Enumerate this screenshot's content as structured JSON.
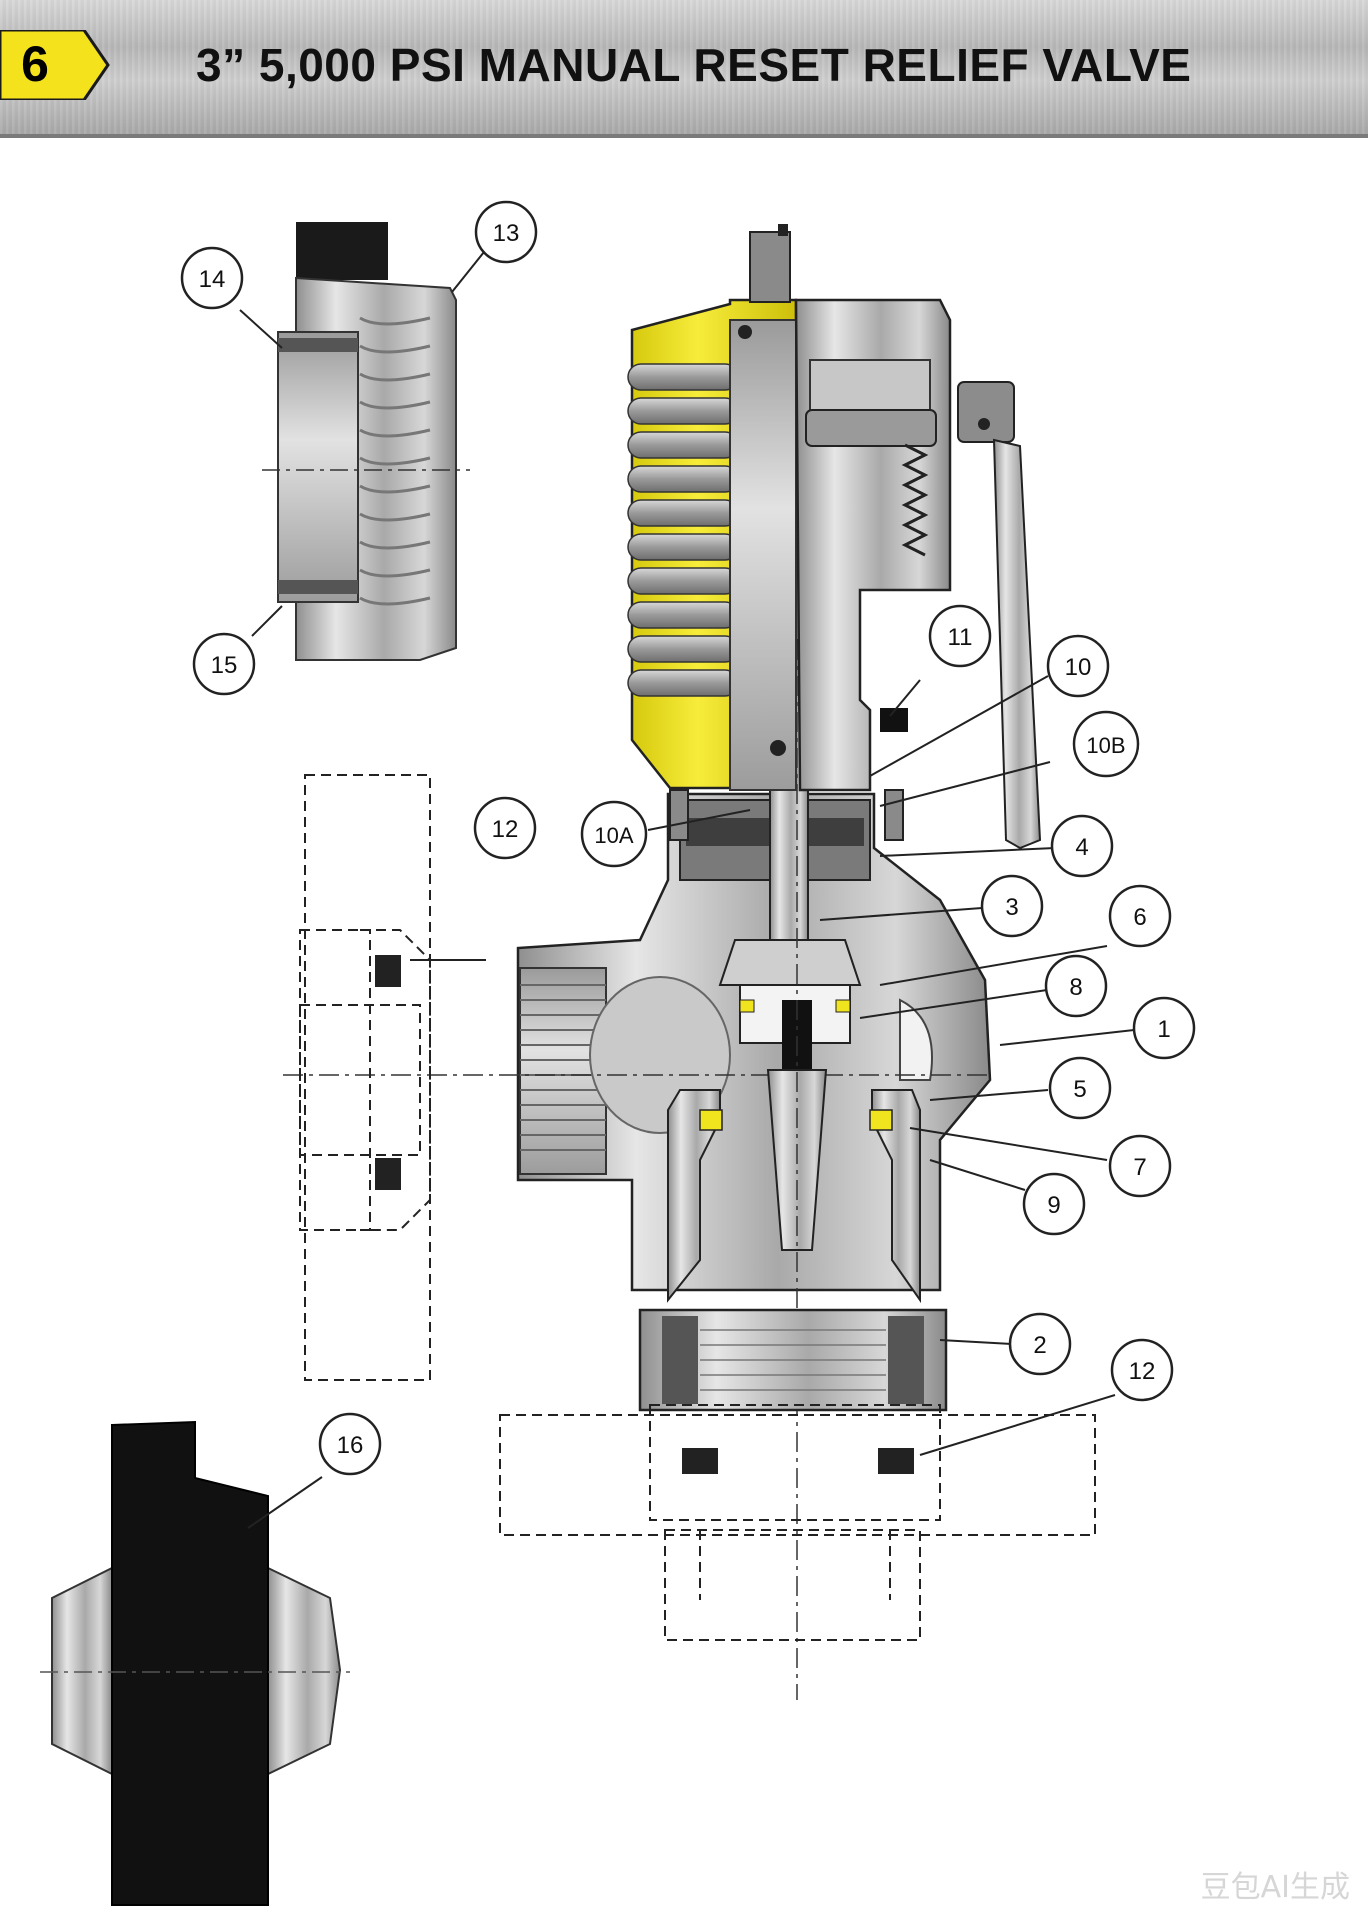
{
  "header": {
    "section_number": "6",
    "title": "3” 5,000 PSI MANUAL RESET RELIEF VALVE",
    "badge_color": "#f4e21c"
  },
  "diagram": {
    "accent_color": "#f0e41e",
    "metal_color": "#b9b9b9",
    "callouts": [
      "14",
      "13",
      "15",
      "11",
      "10",
      "10B",
      "12",
      "10A",
      "4",
      "3",
      "6",
      "8",
      "1",
      "5",
      "7",
      "9",
      "2",
      "12",
      "16"
    ]
  },
  "watermark": "豆包AI生成"
}
